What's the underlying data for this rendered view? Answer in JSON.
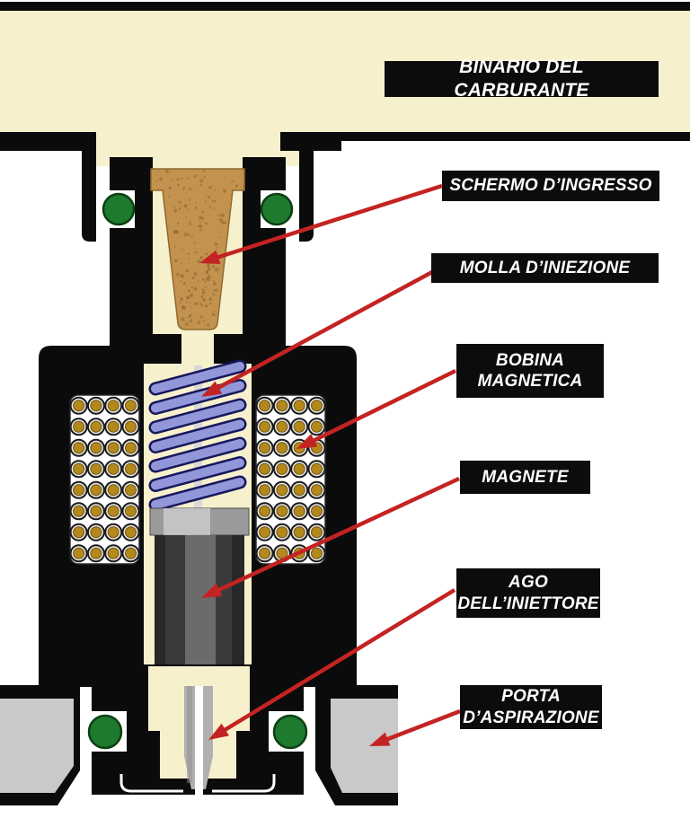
{
  "diagram_labels": {
    "fuel_rail": "BINARIO DEL CARBURANTE",
    "inlet_screen": "SCHERMO D’INGRESSO",
    "injection_spring": "MOLLA D’INIEZIONE",
    "magnetic_coil": "BOBINA MAGNETICA",
    "magnet": "MAGNETE",
    "injector_needle": "AGO DELL’INIETTORE",
    "intake_port": "PORTA D’ASPIRAZIONE"
  },
  "colors": {
    "background": "#ffffff",
    "diagram_black": "#0b0b0b",
    "cream": "#f7f0cd",
    "filter_tan": "#c2924e",
    "filter_speckle": "#7d5a1e",
    "oring_green": "#1e7a2c",
    "coil_gold": "#b3891c",
    "spring_blue": "#9197d8",
    "spring_outline": "#17175c",
    "magnet_gray": "#3a3a3a",
    "needle_gray": "#b0b0b0",
    "port_gray": "#c9c9c9",
    "arrow_red": "#c42323",
    "label_bg": "#0c0c0c",
    "label_text": "#ffffff"
  }
}
